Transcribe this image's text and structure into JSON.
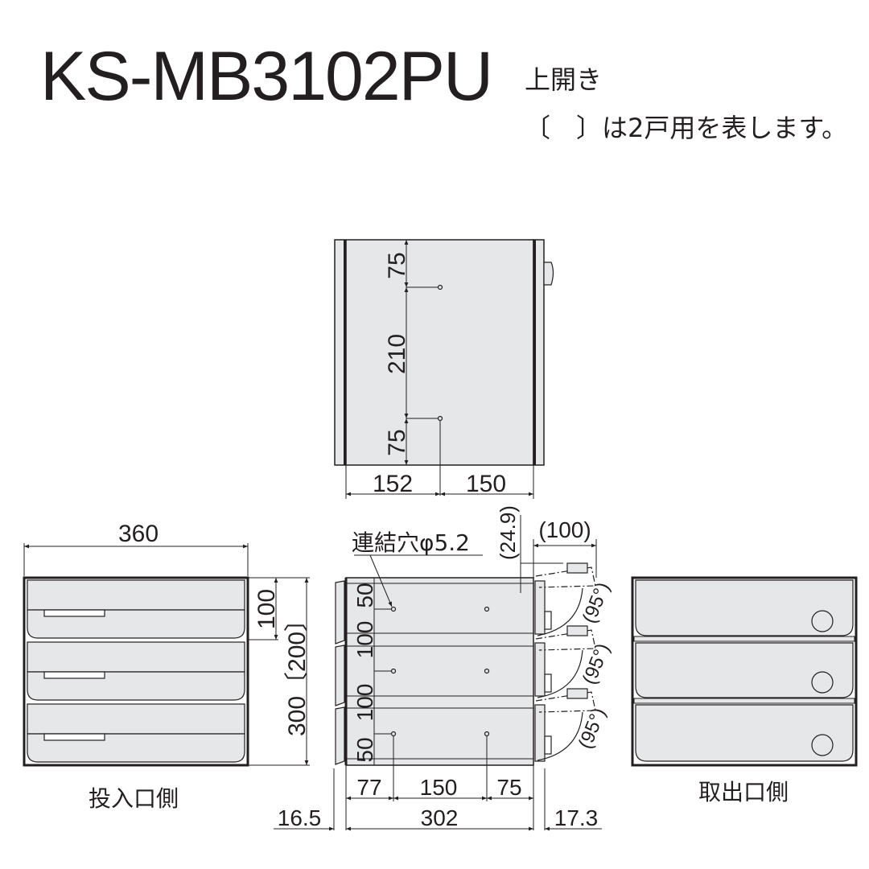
{
  "header": {
    "model": "KS-MB3102PU",
    "opening": "上開き",
    "bracket_note": "〔　〕は2戸用を表します。"
  },
  "colors": {
    "panel_fill": "#e6e7e9",
    "line": "#231f20",
    "background": "#ffffff"
  },
  "views": {
    "top": {
      "dims": {
        "v_top": "75",
        "v_mid": "210",
        "v_bottom": "75",
        "h_left": "152",
        "h_right": "150"
      }
    },
    "insert_side": {
      "label": "投入口側",
      "dims": {
        "width": "360",
        "unit_height": "100",
        "total_height": "300〔200〕"
      }
    },
    "side": {
      "callout": "連結穴φ5.2",
      "dims": {
        "flap_offset": "(24.9)",
        "flap_reach": "(100)",
        "angle_1": "(95°)",
        "angle_2": "(95°)",
        "angle_3": "(95°)",
        "v_50_top": "50",
        "v_100_a": "100",
        "v_100_b": "100",
        "v_50_bottom": "50",
        "h_77": "77",
        "h_150": "150",
        "h_75": "75",
        "left_offset": "16.5",
        "depth": "302",
        "right_offset": "17.3"
      }
    },
    "takeout_side": {
      "label": "取出口側"
    }
  }
}
